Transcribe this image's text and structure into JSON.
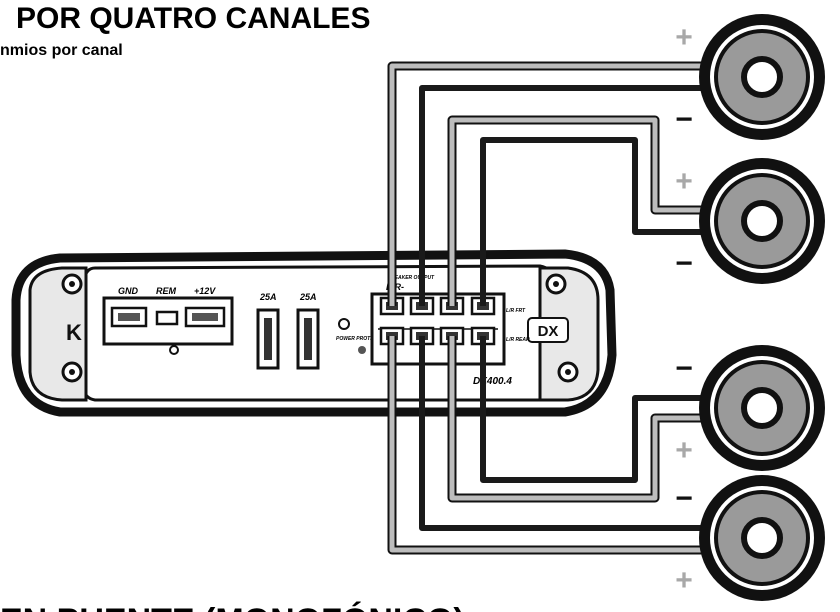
{
  "header": {
    "title": "POR QUATRO CANALES",
    "subtitle": "nmios por canal",
    "footer": "EN PUENTE (MONOFÓNICO)"
  },
  "amplifier": {
    "logo": "K",
    "brand_badge": "DX",
    "power_terminals": [
      "GND",
      "REM",
      "+12V"
    ],
    "fuses": [
      "25A",
      "25A"
    ],
    "power_led": "POWER PROTECTION",
    "output_block": "L-R-",
    "output_block_header": "SPEAKER OUTPUT",
    "row_top_label": "L/R FRT",
    "row_bottom_label": "L/R REAR",
    "model": "DX400.4"
  },
  "speakers": [
    {
      "top_sign": "+",
      "bottom_sign": "−"
    },
    {
      "top_sign": "+",
      "bottom_sign": "−"
    },
    {
      "top_sign": "−",
      "bottom_sign": "+"
    },
    {
      "top_sign": "−",
      "bottom_sign": "+"
    }
  ],
  "colors": {
    "outline": "#111111",
    "wire_dark": "#1a1a1a",
    "wire_light": "#bdbdbd",
    "speaker_gray": "#9a9a9a",
    "sign_gray": "#a8a8a8",
    "white": "#ffffff"
  }
}
